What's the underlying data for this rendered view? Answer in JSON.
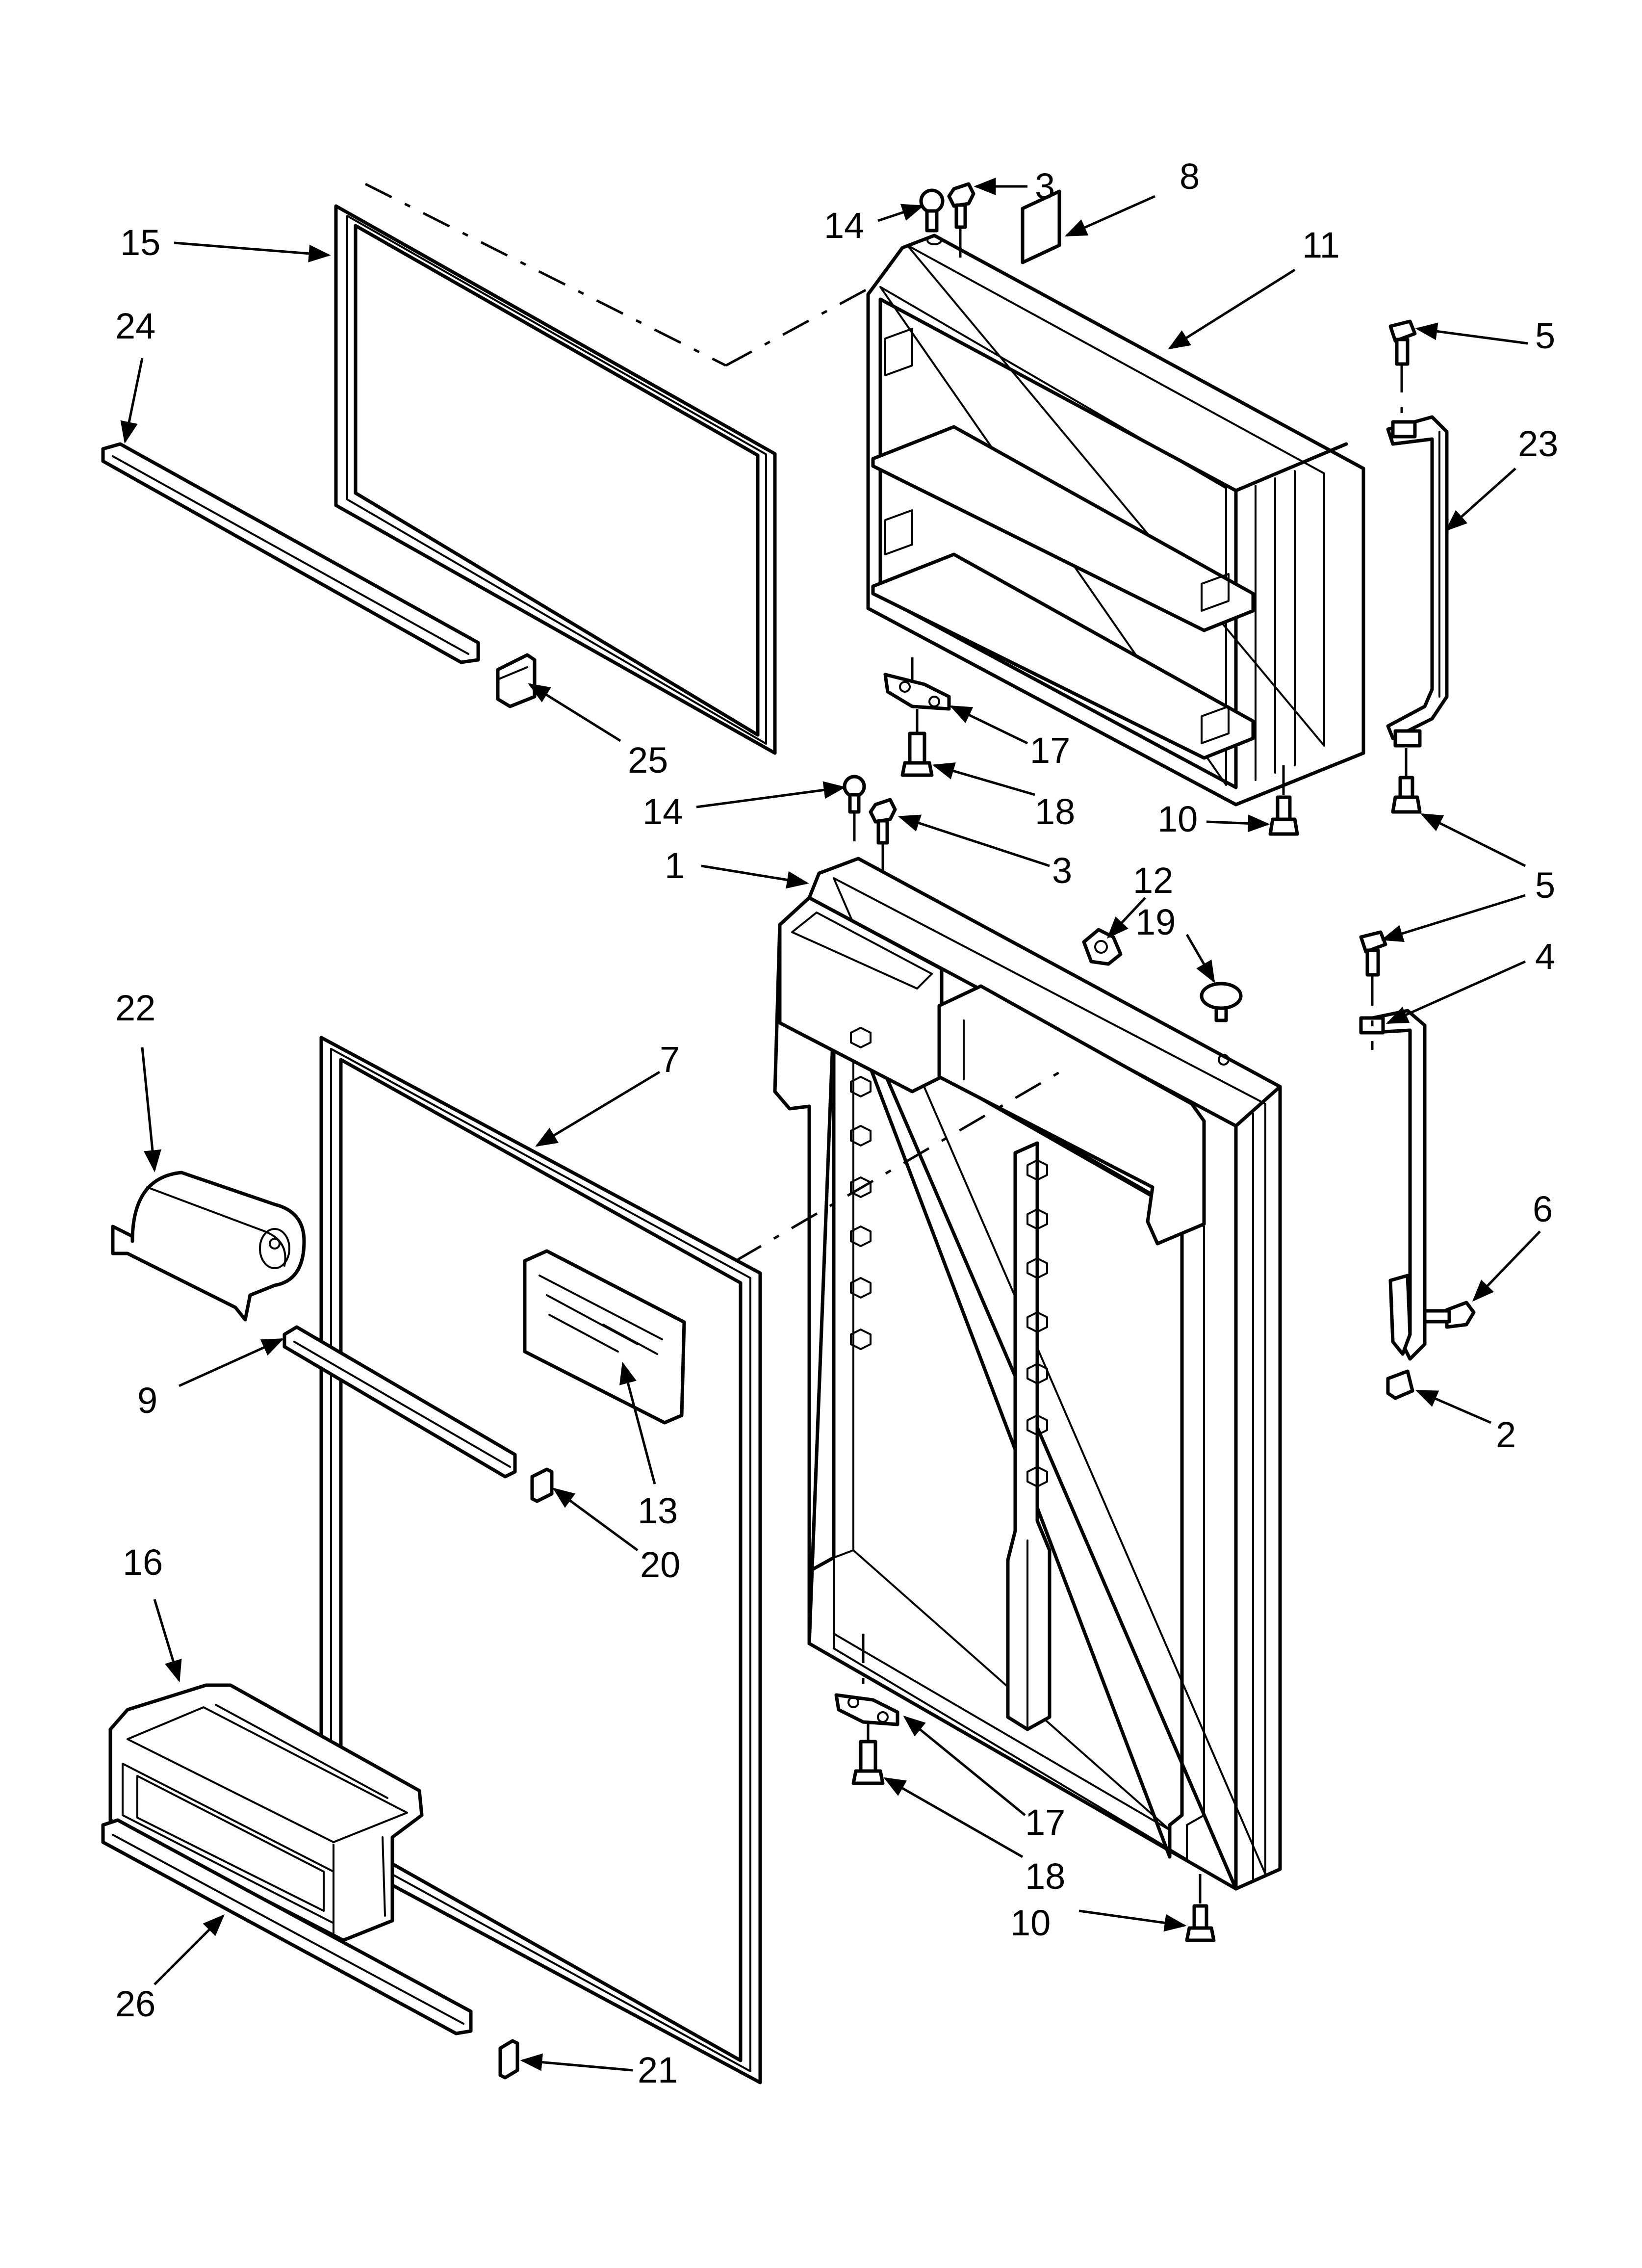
{
  "diagram": {
    "type": "exploded-parts-view",
    "colors": {
      "ink": "#000000",
      "paper": "#ffffff"
    },
    "callouts": [
      "15",
      "24",
      "25",
      "14",
      "3",
      "8",
      "11",
      "5",
      "23",
      "17",
      "18",
      "10",
      "14",
      "3",
      "1",
      "12",
      "19",
      "5",
      "4",
      "22",
      "7",
      "6",
      "9",
      "13",
      "2",
      "20",
      "16",
      "17",
      "18",
      "10",
      "26",
      "21"
    ]
  }
}
